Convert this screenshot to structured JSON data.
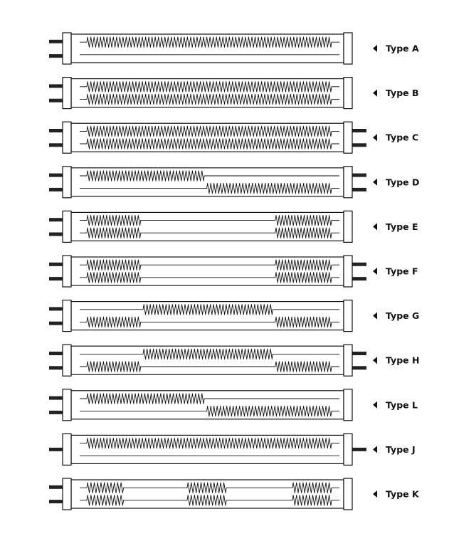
{
  "colors": {
    "stroke": "#111111",
    "background": "#ffffff",
    "terminal": "#222222"
  },
  "icons": {
    "label_pointer": "left-triangle-icon"
  },
  "heaters": [
    {
      "label": "Type A",
      "terminals": "left-pair",
      "lines": [
        {
          "coils": [
            [
              0.0,
              1.0
            ]
          ]
        },
        {
          "coils": []
        }
      ]
    },
    {
      "label": "Type B",
      "terminals": "left-pair",
      "lines": [
        {
          "coils": [
            [
              0.0,
              1.0
            ]
          ]
        },
        {
          "coils": [
            [
              0.0,
              1.0
            ]
          ]
        }
      ]
    },
    {
      "label": "Type C",
      "terminals": "both-pairs",
      "lines": [
        {
          "coils": [
            [
              0.0,
              1.0
            ]
          ]
        },
        {
          "coils": [
            [
              0.0,
              1.0
            ]
          ]
        }
      ]
    },
    {
      "label": "Type D",
      "terminals": "both-pairs",
      "lines": [
        {
          "coils": [
            [
              0.0,
              0.48
            ]
          ]
        },
        {
          "coils": [
            [
              0.49,
              1.0
            ]
          ]
        }
      ]
    },
    {
      "label": "Type E",
      "terminals": "left-pair",
      "lines": [
        {
          "coils": [
            [
              0.0,
              0.22
            ],
            [
              0.77,
              1.0
            ]
          ]
        },
        {
          "coils": [
            [
              0.0,
              0.22
            ],
            [
              0.77,
              1.0
            ]
          ]
        }
      ]
    },
    {
      "label": "Type F",
      "terminals": "both-pairs",
      "lines": [
        {
          "coils": [
            [
              0.0,
              0.22
            ],
            [
              0.77,
              1.0
            ]
          ]
        },
        {
          "coils": [
            [
              0.0,
              0.22
            ],
            [
              0.77,
              1.0
            ]
          ]
        }
      ]
    },
    {
      "label": "Type G",
      "terminals": "left-pair",
      "lines": [
        {
          "coils": [
            [
              0.23,
              0.76
            ]
          ]
        },
        {
          "coils": [
            [
              0.0,
              0.22
            ],
            [
              0.77,
              1.0
            ]
          ]
        }
      ]
    },
    {
      "label": "Type H",
      "terminals": "both-pairs",
      "lines": [
        {
          "coils": [
            [
              0.23,
              0.76
            ]
          ]
        },
        {
          "coils": [
            [
              0.0,
              0.22
            ],
            [
              0.77,
              1.0
            ]
          ]
        }
      ]
    },
    {
      "label": "Type L",
      "terminals": "left-pair",
      "lines": [
        {
          "coils": [
            [
              0.0,
              0.48
            ]
          ]
        },
        {
          "coils": [
            [
              0.49,
              1.0
            ]
          ]
        }
      ]
    },
    {
      "label": "Type J",
      "terminals": "single-each",
      "lines": [
        {
          "coils": [
            [
              0.0,
              1.0
            ]
          ]
        },
        {
          "coils": []
        }
      ]
    },
    {
      "label": "Type K",
      "terminals": "left-pair",
      "lines": [
        {
          "coils": [
            [
              0.0,
              0.15
            ],
            [
              0.41,
              0.57
            ],
            [
              0.84,
              1.0
            ]
          ]
        },
        {
          "coils": [
            [
              0.0,
              0.15
            ],
            [
              0.41,
              0.57
            ],
            [
              0.84,
              1.0
            ]
          ]
        }
      ]
    }
  ]
}
